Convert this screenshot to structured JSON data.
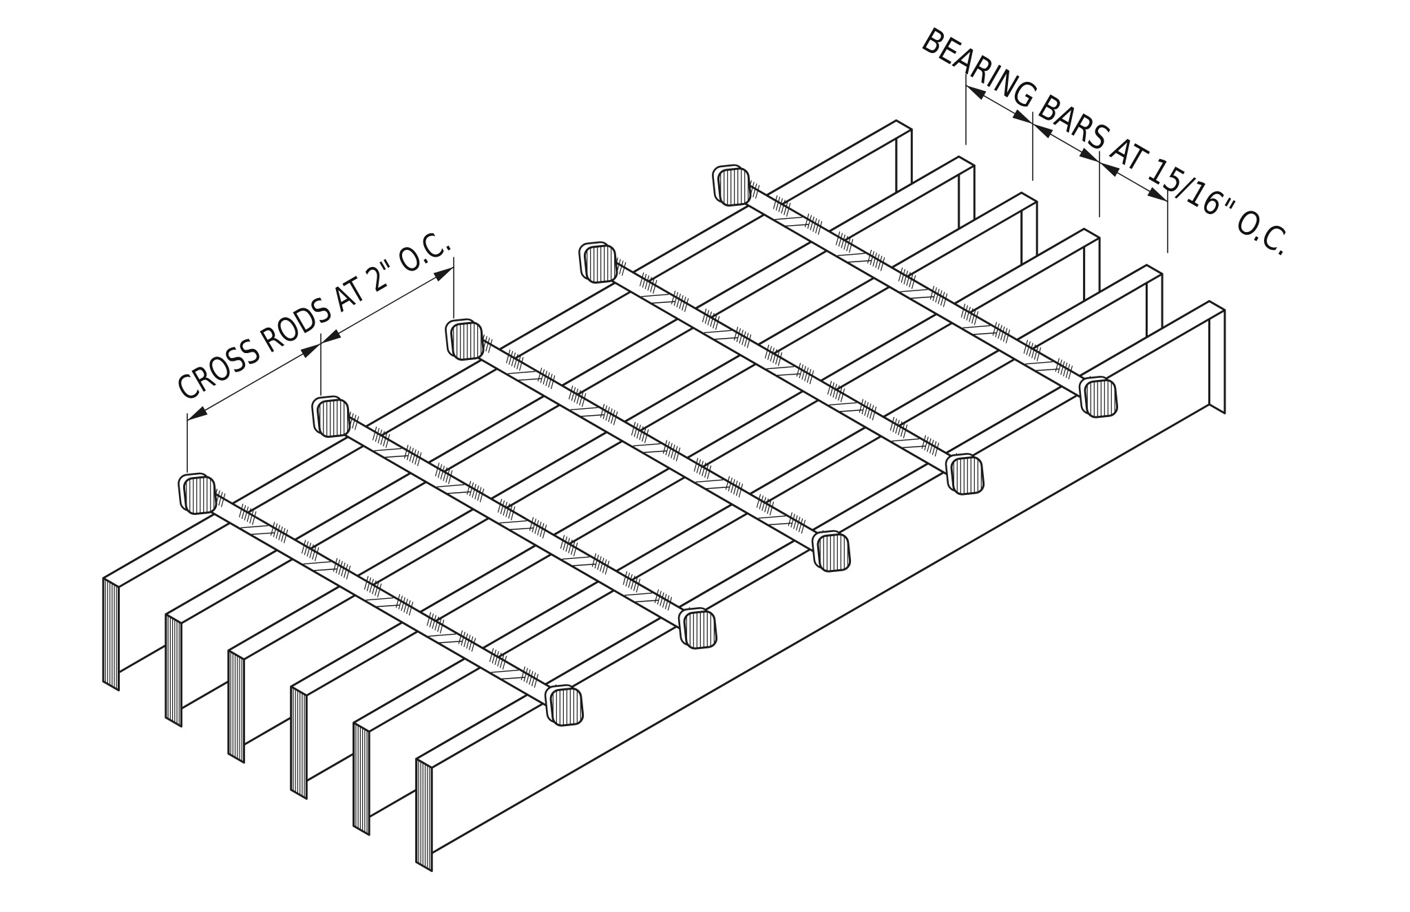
{
  "page": {
    "background": "#ffffff",
    "line_color": "#1a1a1a",
    "drawing_type": "isometric detail of welded steel bar grating"
  },
  "annotations": {
    "cross_rods": {
      "label": "CROSS RODS AT 2\" O.C.",
      "spacing_value": "2\"",
      "spacing_note": "O.C.",
      "dimension_segments": 2
    },
    "bearing_bars": {
      "label": "BEARING BARS AT 15/16\" O.C.",
      "spacing_value": "15/16\"",
      "spacing_note": "O.C.",
      "dimension_segments": 3
    }
  },
  "structure": {
    "bearing_bar_count": 6,
    "cross_rod_count": 5
  }
}
